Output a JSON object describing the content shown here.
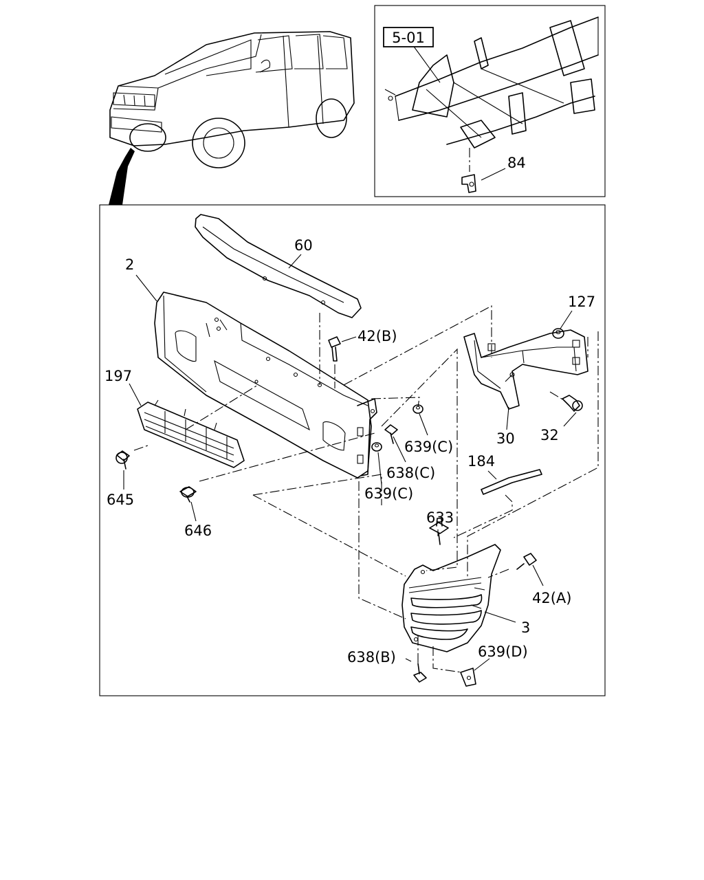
{
  "ref_box": {
    "label": "5-01"
  },
  "callouts": {
    "p84": "84",
    "p60": "60",
    "p2": "2",
    "p127": "127",
    "p42b": "42(B)",
    "p197": "197",
    "p30": "30",
    "p32": "32",
    "p639c_a": "639(C)",
    "p638c": "638(C)",
    "p639c_b": "639(C)",
    "p184": "184",
    "p645": "645",
    "p633": "633",
    "p646": "646",
    "p42a": "42(A)",
    "p3": "3",
    "p638b": "638(B)",
    "p639d": "639(D)"
  }
}
